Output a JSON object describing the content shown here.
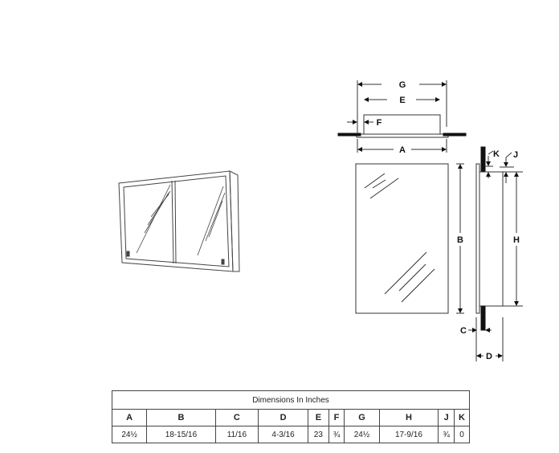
{
  "diagram": {
    "labels": {
      "A": "A",
      "B": "B",
      "C": "C",
      "D": "D",
      "E": "E",
      "F": "F",
      "G": "G",
      "H": "H",
      "J": "J",
      "K": "K"
    }
  },
  "table": {
    "title": "Dimensions In Inches",
    "headers": [
      "A",
      "B",
      "C",
      "D",
      "E",
      "F",
      "G",
      "H",
      "J",
      "K"
    ],
    "values": [
      "24½",
      "18-15/16",
      "11/16",
      "4-3/16",
      "23",
      "¾",
      "24½",
      "17-9/16",
      "¾",
      "0"
    ]
  },
  "colors": {
    "line": "#333333",
    "wall": "#111111",
    "background": "#ffffff"
  }
}
